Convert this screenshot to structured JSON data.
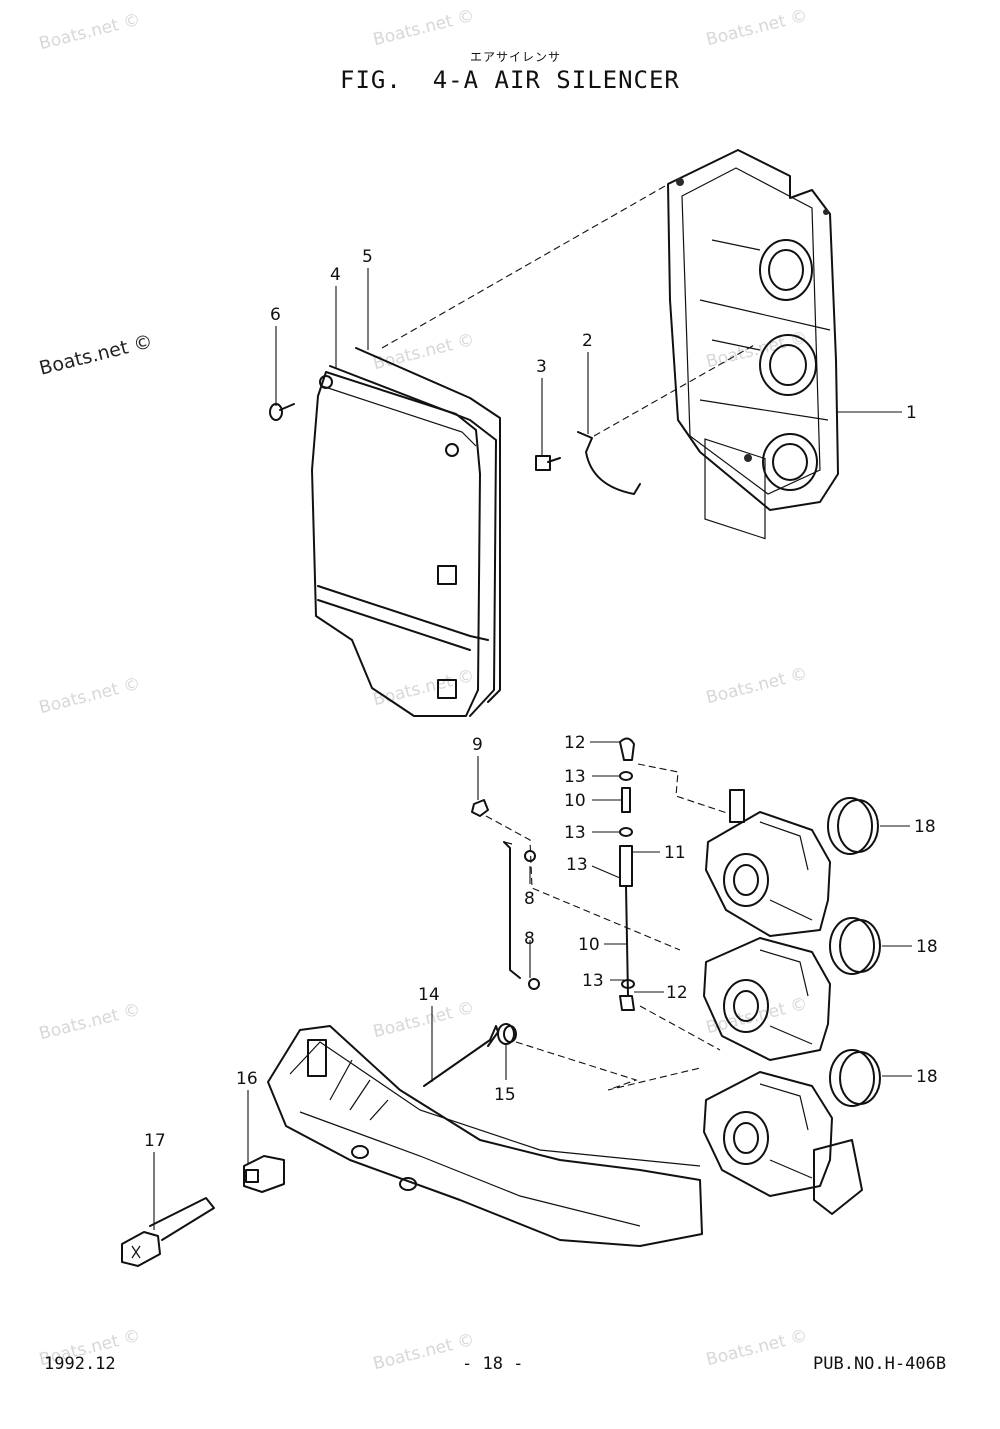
{
  "header": {
    "subtitle_jp": "エアサイレンサ",
    "title": "FIG.  4-A AIR SILENCER"
  },
  "footer": {
    "date": "1992.12",
    "page": "- 18 -",
    "pub_no": "PUB.NO.H-406B"
  },
  "watermarks": {
    "text": "Boats.net ©"
  },
  "callouts": [
    {
      "id": "c1",
      "label": "1"
    },
    {
      "id": "c2",
      "label": "2"
    },
    {
      "id": "c3",
      "label": "3"
    },
    {
      "id": "c4",
      "label": "4"
    },
    {
      "id": "c5",
      "label": "5"
    },
    {
      "id": "c6",
      "label": "6"
    },
    {
      "id": "c8a",
      "label": "8"
    },
    {
      "id": "c8b",
      "label": "8"
    },
    {
      "id": "c9",
      "label": "9"
    },
    {
      "id": "c10a",
      "label": "10"
    },
    {
      "id": "c10b",
      "label": "10"
    },
    {
      "id": "c11",
      "label": "11"
    },
    {
      "id": "c12a",
      "label": "12"
    },
    {
      "id": "c12b",
      "label": "12"
    },
    {
      "id": "c13a",
      "label": "13"
    },
    {
      "id": "c13b",
      "label": "13"
    },
    {
      "id": "c13c",
      "label": "13"
    },
    {
      "id": "c13d",
      "label": "13"
    },
    {
      "id": "c14",
      "label": "14"
    },
    {
      "id": "c15",
      "label": "15"
    },
    {
      "id": "c16",
      "label": "16"
    },
    {
      "id": "c17",
      "label": "17"
    },
    {
      "id": "c18a",
      "label": "18"
    },
    {
      "id": "c18b",
      "label": "18"
    },
    {
      "id": "c18c",
      "label": "18"
    }
  ]
}
